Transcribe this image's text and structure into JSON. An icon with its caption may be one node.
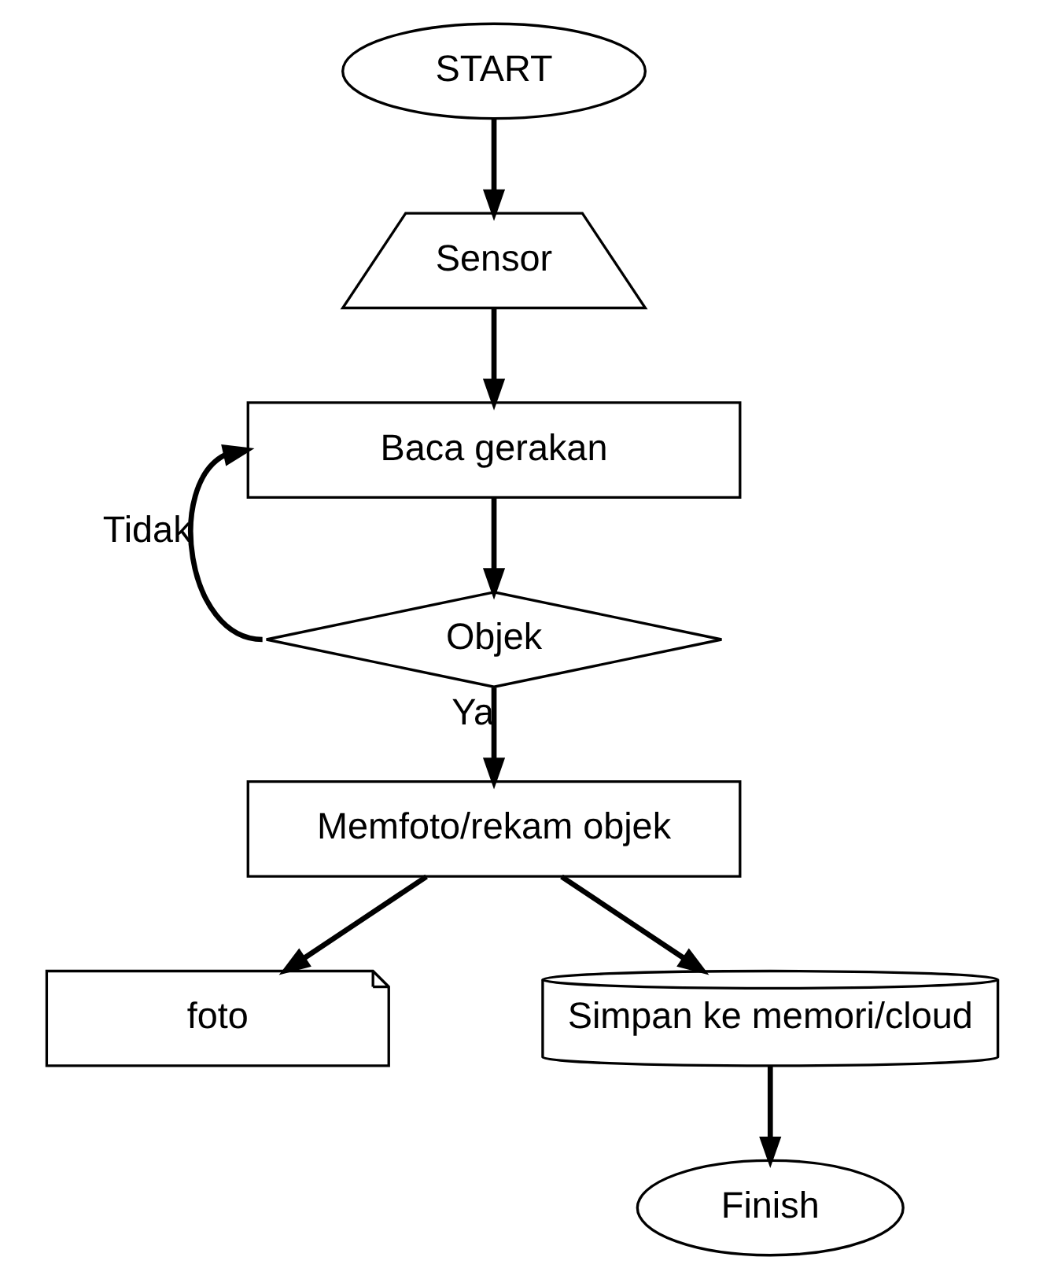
{
  "diagram": {
    "nodes": [
      {
        "text": [
          "START"
        ]
      },
      {
        "text": [
          "Sensor"
        ]
      },
      {
        "text": [
          "Baca gerakan"
        ]
      },
      {
        "text": [
          "Objek"
        ]
      },
      {
        "text": [
          "Memfoto/rekam objek"
        ]
      },
      {
        "text": [
          "foto"
        ]
      },
      {
        "text": [
          "Simpan ke memori/cloud"
        ]
      },
      {
        "text": [
          "Finish"
        ]
      }
    ],
    "edges": [
      {
        "from": 0,
        "to": 1,
        "arrow": "to"
      },
      {
        "from": 1,
        "to": 2,
        "arrow": "to"
      },
      {
        "from": 2,
        "to": 3,
        "arrow": "to"
      },
      {
        "from": 3,
        "to": 2,
        "arrow": "to",
        "label": "Tidak"
      },
      {
        "from": 3,
        "to": 4,
        "arrow": "to",
        "label": "Ya"
      },
      {
        "from": 4,
        "to": 6,
        "arrow": "to"
      },
      {
        "from": 4,
        "to": 5,
        "arrow": "to"
      },
      {
        "from": 6,
        "to": 7,
        "arrow": "to"
      }
    ]
  }
}
